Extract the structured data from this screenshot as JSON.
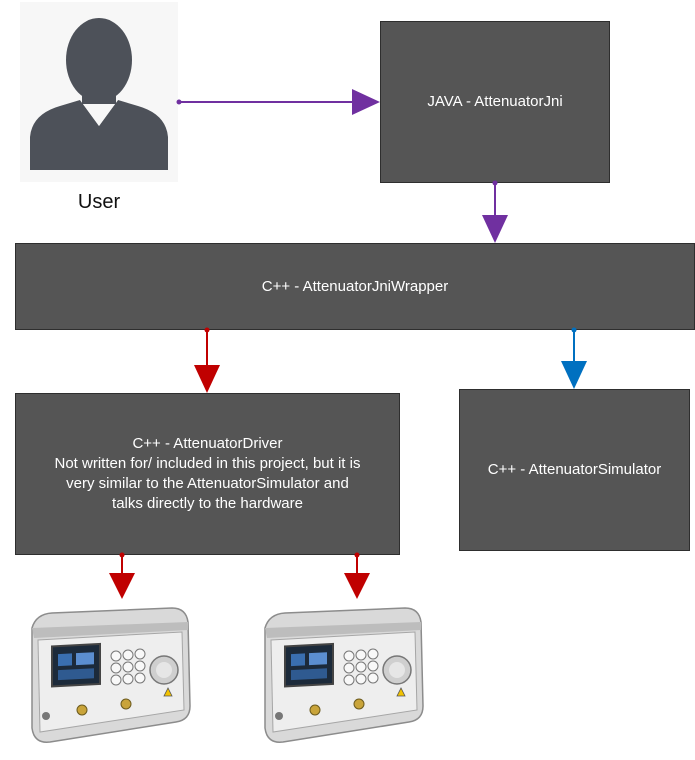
{
  "nodes": {
    "user": {
      "label": "User"
    },
    "java": {
      "label": "JAVA - AttenuatorJni"
    },
    "wrapper": {
      "label": "C++ - AttenuatorJniWrapper"
    },
    "driver": {
      "lines": [
        "C++ - AttenuatorDriver",
        "Not written for/ included in this project, but it is",
        "very similar to the AttenuatorSimulator and",
        "talks directly to the hardware"
      ]
    },
    "simulator": {
      "label": "C++ - AttenuatorSimulator"
    }
  },
  "colors": {
    "box_fill": "#555555",
    "box_text": "#ffffff",
    "arrow_purple": "#7030a0",
    "arrow_red": "#c00000",
    "arrow_blue": "#0070c0",
    "user_icon": "#4d5159"
  },
  "icons": {
    "user": "user-silhouette-icon",
    "device": "attenuator-hardware-device-icon"
  }
}
